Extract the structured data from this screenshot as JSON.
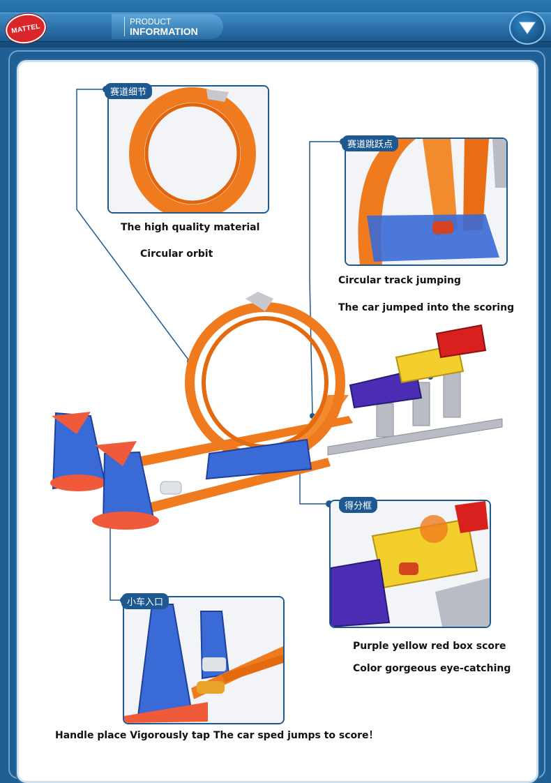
{
  "header": {
    "logo": "MATTEL",
    "title_line1": "PRODUCT",
    "title_line2": "INFORMATION",
    "nav_icon": "chevron-down-icon"
  },
  "callouts": {
    "track_detail": {
      "tag": "赛道细节"
    },
    "jump_point": {
      "tag": "赛道跳跃点"
    },
    "score_box": {
      "tag": "得分框"
    },
    "car_entry": {
      "tag": "小车入口"
    }
  },
  "captions": {
    "material": "The high quality material",
    "orbit": "Circular orbit",
    "jumping": "Circular track jumping",
    "scoring": "The car jumped into the scoring",
    "boxes": "Purple yellow red box score",
    "color": "Color gorgeous eye-catching",
    "handle": "Handle place Vigorously tap The car sped jumps to score！"
  },
  "colors": {
    "header_blue": "#1d5a8f",
    "track_orange": "#f07a1e",
    "base_blue": "#2f5fd0",
    "logo_red": "#d9262b"
  }
}
